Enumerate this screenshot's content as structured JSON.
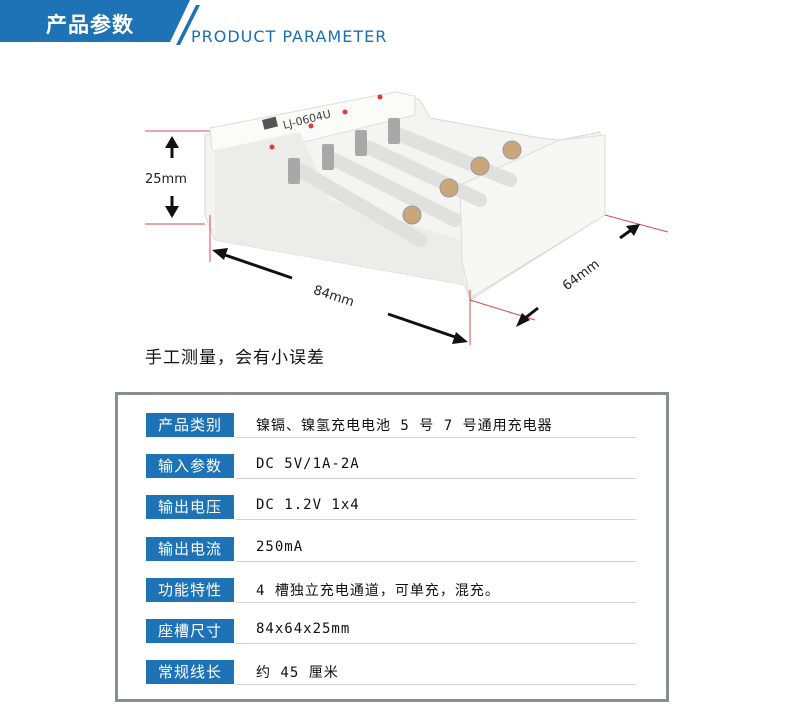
{
  "header": {
    "title_zh": "产品参数",
    "title_en": "PRODUCT PARAMETER",
    "colors": {
      "accent": "#1e73b6"
    }
  },
  "product": {
    "model_text": "LJ-0604U",
    "dimensions": {
      "height": "25mm",
      "length": "84mm",
      "width": "64mm"
    }
  },
  "note": "手工测量，会有小误差",
  "params": [
    {
      "label": "产品类别",
      "value": "镍镉、镍氢充电电池 5 号 7 号通用充电器"
    },
    {
      "label": "输入参数",
      "value": "DC 5V/1A-2A"
    },
    {
      "label": "输出电压",
      "value": "DC 1.2V 1x4"
    },
    {
      "label": "输出电流",
      "value": "250mA"
    },
    {
      "label": "功能特性",
      "value": "4 槽独立充电通道，可单充，混充。"
    },
    {
      "label": "座槽尺寸",
      "value": "84x64x25mm"
    },
    {
      "label": "常规线长",
      "value": "约 45 厘米"
    }
  ]
}
